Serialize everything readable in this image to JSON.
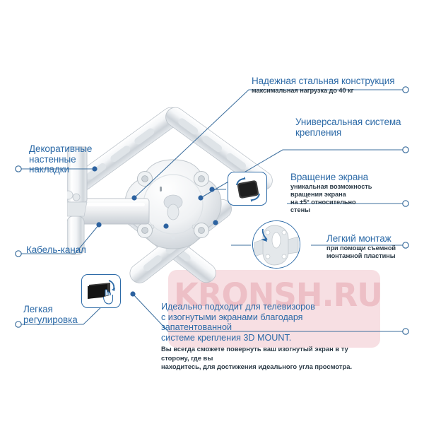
{
  "page": {
    "language": "ru",
    "background_color": "#ffffff",
    "accent_color": "#2c6aa7",
    "body_text_color": "#2b3a46",
    "watermark_band_color": "#f7dfe3",
    "watermark_text_color": "#edbfc6"
  },
  "watermark": {
    "text": "KRONSH.RU"
  },
  "callouts": [
    {
      "id": "steel-construction",
      "title": "Надежная стальная конструкция",
      "subtitle": "максимальная нагрузка до 40 кг",
      "side": "right"
    },
    {
      "id": "universal-mount",
      "title": "Универсальная система\nкрепления",
      "subtitle": "",
      "side": "right"
    },
    {
      "id": "screen-rotation",
      "title": "Вращение экрана",
      "subtitle": "уникальная возможность\nвращения экрана\nна ±5° относительно\nстены",
      "side": "right"
    },
    {
      "id": "easy-installation",
      "title": "Легкий монтаж",
      "subtitle": "при помощи съемной\nмонтажной пластины",
      "side": "right"
    },
    {
      "id": "decorative-covers",
      "title": "Декоративные\nнастенные\nнакладки",
      "subtitle": "",
      "side": "left"
    },
    {
      "id": "cable-channel",
      "title": "Кабель-канал",
      "subtitle": "",
      "side": "left"
    },
    {
      "id": "easy-adjustment",
      "title": "Легкая\nрегулировка",
      "subtitle": "",
      "side": "left"
    }
  ],
  "bottom_block": {
    "title": "Идеально подходит для телевизоров\nс изогнутыми экранами благодаря запатентованной\nсистеме крепления 3D MOUNT.",
    "subtitle": "Вы всегда сможете повернуть ваш изогнутый экран в ту сторону, где вы\nнаходитесь, для достижения идеального угла просмотра."
  },
  "insets": [
    {
      "id": "rotation-inset",
      "icon": "tv-rotate-icon",
      "shape": "rounded"
    },
    {
      "id": "mount-plate-inset",
      "icon": "mount-plate-photo",
      "shape": "circle"
    },
    {
      "id": "adjust-inset",
      "icon": "tv-tilt-hand-icon",
      "shape": "rounded"
    }
  ],
  "product": {
    "name": "tv-wall-mount-bracket",
    "color": "#ffffff"
  }
}
